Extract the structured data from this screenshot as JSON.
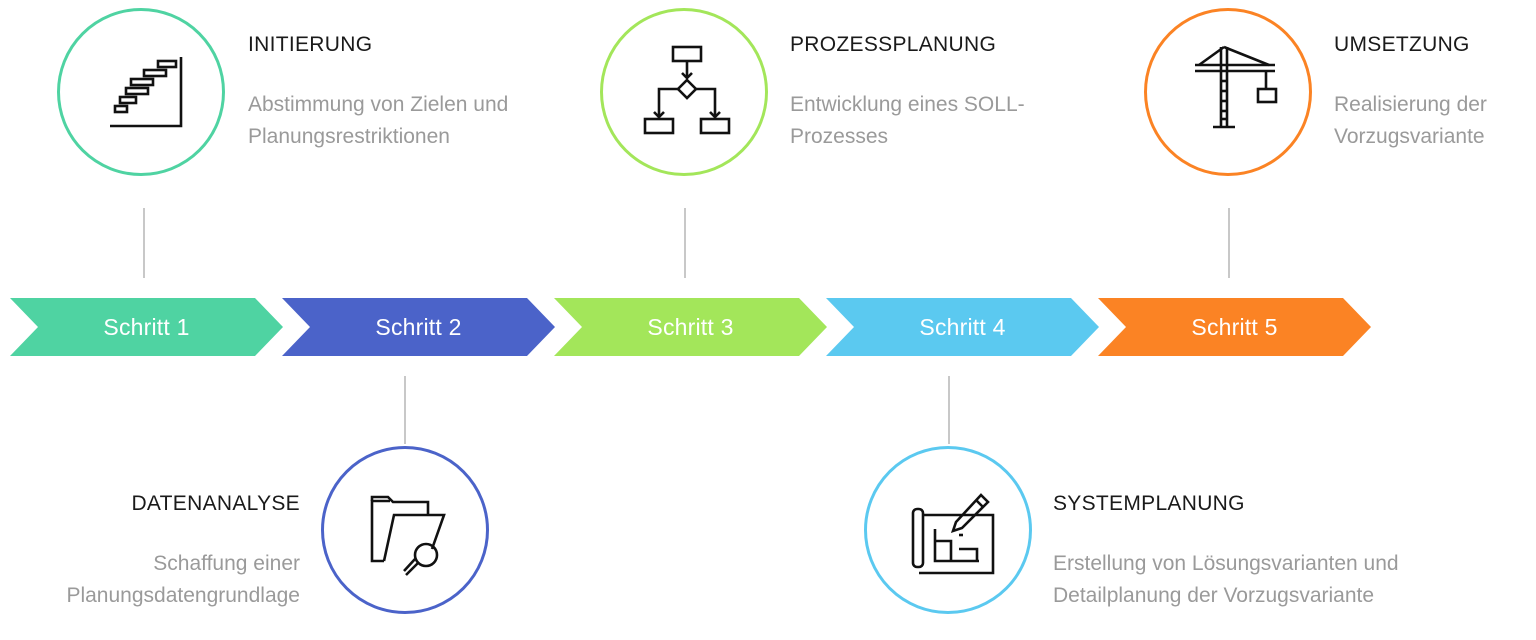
{
  "steps": [
    {
      "label": "Schritt 1",
      "color": "#4fd3a2"
    },
    {
      "label": "Schritt 2",
      "color": "#4b63c9"
    },
    {
      "label": "Schritt 3",
      "color": "#a3e65a"
    },
    {
      "label": "Schritt 4",
      "color": "#5bc9f0"
    },
    {
      "label": "Schritt 5",
      "color": "#fb8324"
    }
  ],
  "phases": [
    {
      "title": "INITIERUNG",
      "desc_line1": "Abstimmung von Zielen und",
      "desc_line2": "Planungsrestriktionen",
      "circle_color": "#4fd3a2",
      "icon": "gantt-chart-icon"
    },
    {
      "title": "DATENANALYSE",
      "desc_line1": "Schaffung einer",
      "desc_line2": "Planungsdatengrundlage",
      "circle_color": "#4b63c9",
      "icon": "folder-search-icon"
    },
    {
      "title": "PROZESSPLANUNG",
      "desc_line1": "Entwicklung eines SOLL-",
      "desc_line2": "Prozesses",
      "circle_color": "#a3e65a",
      "icon": "flowchart-icon"
    },
    {
      "title": "SYSTEMPLANUNG",
      "desc_line1": "Erstellung von Lösungsvarianten und",
      "desc_line2": "Detailplanung der Vorzugsvariante",
      "circle_color": "#5bc9f0",
      "icon": "blueprint-icon"
    },
    {
      "title": "UMSETZUNG",
      "desc_line1": "Realisierung der",
      "desc_line2": "Vorzugsvariante",
      "circle_color": "#fb8324",
      "icon": "crane-icon"
    }
  ],
  "connector_color": "#c8c8c8"
}
